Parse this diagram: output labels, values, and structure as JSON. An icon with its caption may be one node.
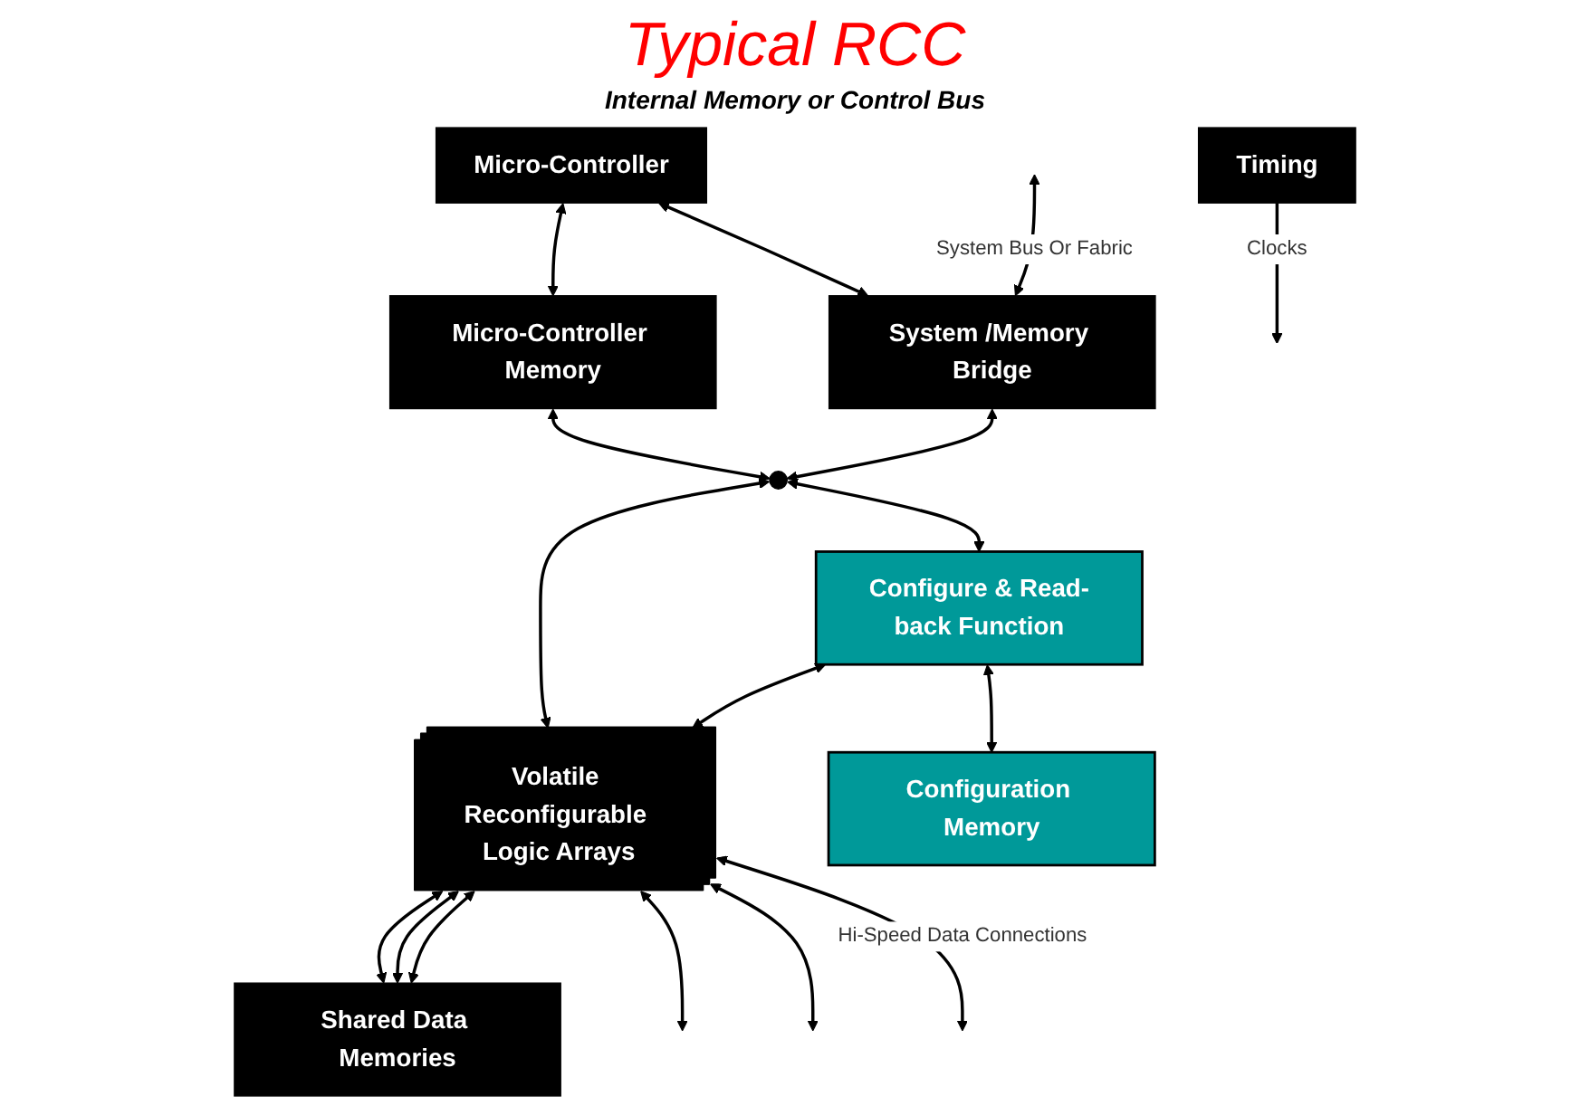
{
  "diagram": {
    "title": "Typical RCC",
    "nodes": [
      {
        "text": [
          "Micro-Controller"
        ]
      },
      {
        "text": [
          "Micro-Controller Memory"
        ]
      },
      {
        "text": [
          "System /Memory Bridge"
        ]
      },
      {
        "text": [],
        "shape": "circle"
      },
      {
        "text": [
          "Volatile Reconfigurable Logic Arrays"
        ]
      },
      {
        "text": [
          "Timing"
        ]
      },
      {
        "text": [
          "Configure & Read-back Function"
        ]
      },
      {
        "text": [
          "Shared Data Memories"
        ]
      },
      {
        "text": [
          "Configuration Memory"
        ]
      }
    ],
    "edges": [
      {
        "from": 0,
        "to": 1,
        "arrow": "both"
      },
      {
        "from": 0,
        "to": 2,
        "arrow": "both"
      },
      {
        "from": null,
        "to": 2,
        "arrow": "both",
        "label": "System Bus Or Fabric"
      },
      {
        "from": 2,
        "to": 3,
        "arrow": "both"
      },
      {
        "from": 1,
        "to": 3,
        "arrow": "both"
      },
      {
        "from": 3,
        "to": 4,
        "arrow": "both"
      },
      {
        "from": 3,
        "to": 6,
        "arrow": "both"
      },
      {
        "from": 6,
        "to": 4,
        "arrow": "both"
      },
      {
        "from": 4,
        "to": 7,
        "arrow": "both"
      },
      {
        "from": 4,
        "to": 7,
        "arrow": "both"
      },
      {
        "from": 4,
        "to": 7,
        "arrow": "both"
      },
      {
        "from": 4,
        "to": null,
        "arrow": "both"
      },
      {
        "from": 4,
        "to": null,
        "arrow": "both"
      },
      {
        "from": 4,
        "to": null,
        "arrow": "both",
        "label": "Hi-Speed Data Connections"
      },
      {
        "from": 5,
        "to": null,
        "arrow": "to",
        "label": "Clocks"
      },
      {
        "from": 6,
        "to": 8,
        "arrow": "both"
      }
    ],
    "labels": [
      "Internal Memory or Control Bus"
    ]
  }
}
